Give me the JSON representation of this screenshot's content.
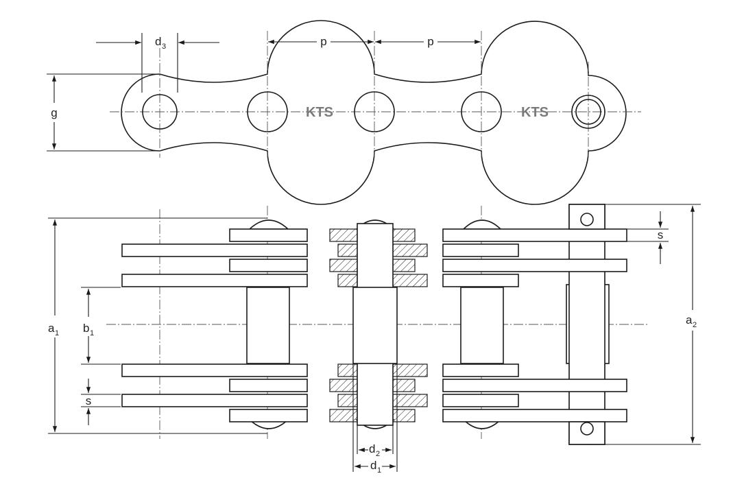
{
  "labels": {
    "d3": "d",
    "d3_sub": "3",
    "p_left": "p",
    "p_right": "p",
    "g": "g",
    "a1": "a",
    "a1_sub": "1",
    "b1": "b",
    "b1_sub": "1",
    "s_left": "s",
    "s_right": "s",
    "a2": "a",
    "a2_sub": "2",
    "d2": "d",
    "d2_sub": "2",
    "d1": "d",
    "d1_sub": "1"
  },
  "watermarks": [
    "KTS",
    "KTS"
  ],
  "colors": {
    "line": "#1a1a1a",
    "watermark": "#7a7a7a",
    "background": "#ffffff"
  }
}
